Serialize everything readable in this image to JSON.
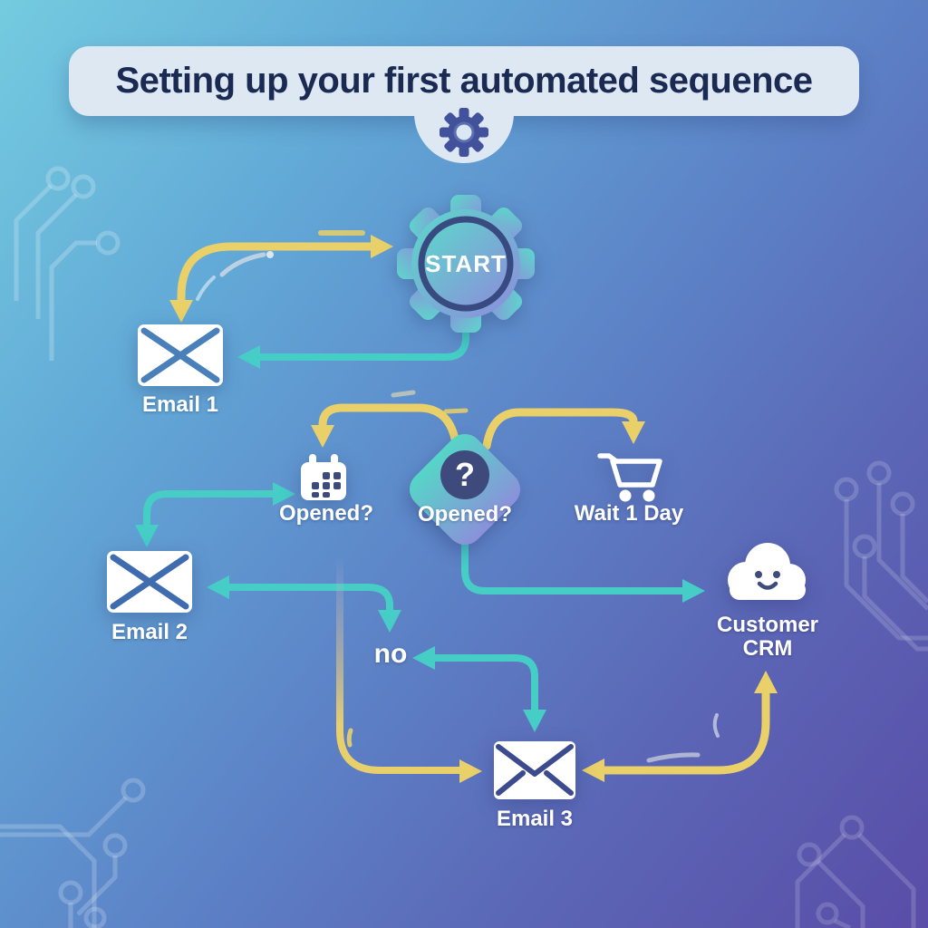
{
  "title": {
    "text": "Setting up your first automated sequence"
  },
  "nodes": {
    "start": {
      "label": "START"
    },
    "email1": {
      "label": "Email 1"
    },
    "email2": {
      "label": "Email 2"
    },
    "email3": {
      "label": "Email 3"
    },
    "decision": {
      "label": "Opened?",
      "symbol": "?"
    },
    "calendar": {
      "label": "Opened?"
    },
    "wait": {
      "label": "Wait 1 Day"
    },
    "crm": {
      "line1": "Customer",
      "line2": "CRM"
    },
    "no_branch": {
      "label": "no"
    }
  },
  "colors": {
    "arrow_yellow": "#e9d069",
    "arrow_teal": "#45cdc6",
    "node_navy": "#3e4a7c",
    "banner_bg": "#dde8f3",
    "title_text": "#1b2a52",
    "gradient_top_left": "#74cbdf",
    "gradient_bottom_right": "#5a4da7"
  }
}
